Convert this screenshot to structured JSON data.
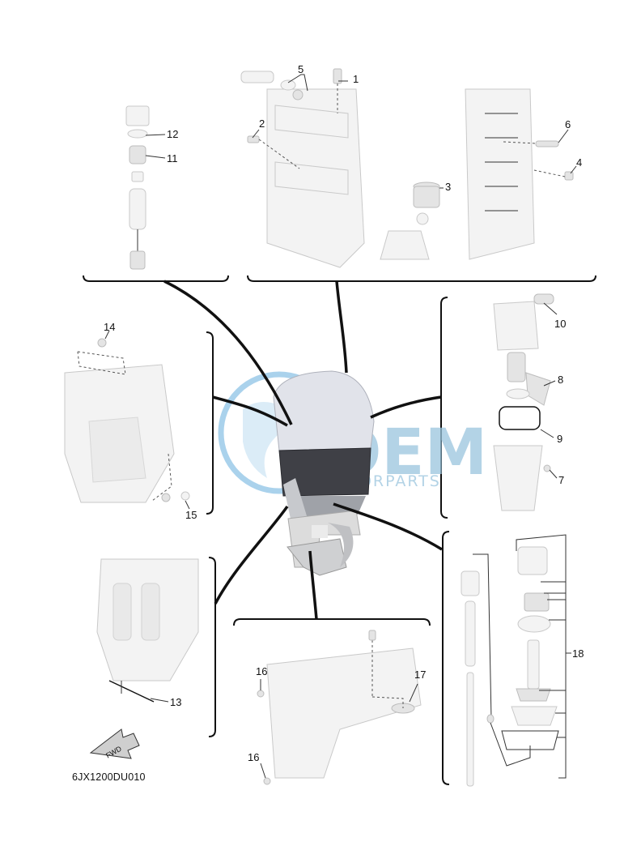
{
  "diagram_code": "6JX1200DU010",
  "direction_arrow": {
    "label": "FWD",
    "icon": "fwd-arrow-icon"
  },
  "callouts": [
    "1",
    "2",
    "3",
    "4",
    "5",
    "6",
    "7",
    "8",
    "9",
    "10",
    "11",
    "12",
    "13",
    "14",
    "15",
    "16",
    "16",
    "17",
    "18"
  ],
  "watermark": {
    "logo": "OEM",
    "subtext": "MOTORPARTS"
  },
  "colors": {
    "ink": "#111111",
    "part_fill": "#f3f3f3",
    "watermark_blue": "#8ec3e6"
  }
}
